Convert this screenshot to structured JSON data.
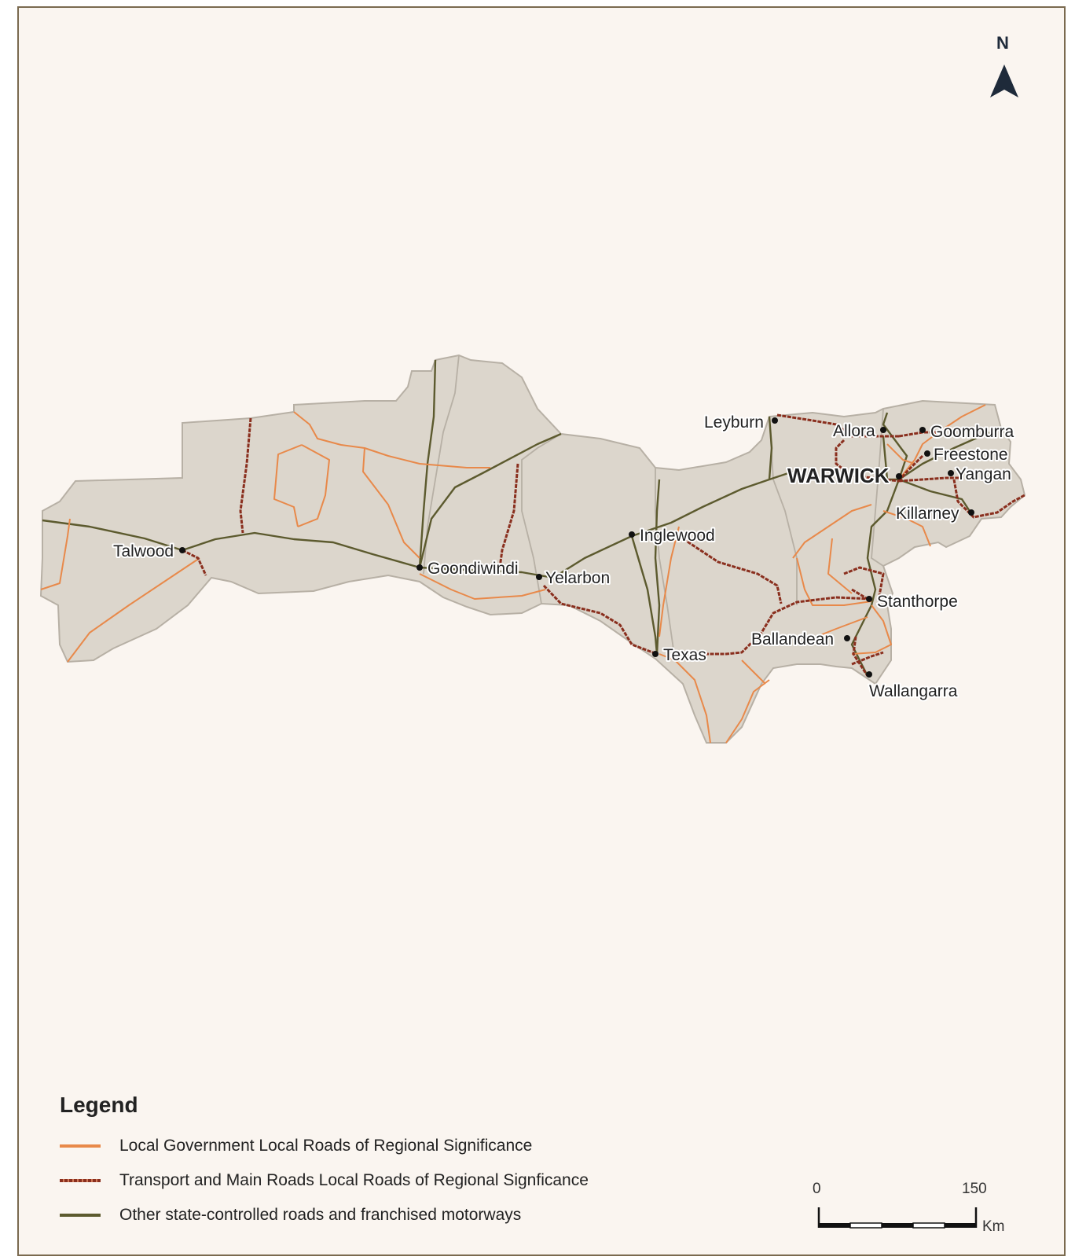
{
  "colors": {
    "background": "#faf5f0",
    "region_fill": "#dcd6cc",
    "region_border": "#b7b0a5",
    "local_government_road": "#e8894a",
    "tmr_road": "#8a2f1e",
    "state_road": "#5c5a2e",
    "town_dot": "#111111",
    "north_arrow": "#1e2a3a"
  },
  "north_arrow": {
    "letter": "N",
    "icon": "north-arrow-icon"
  },
  "towns": [
    {
      "id": "talwood",
      "name": "Talwood",
      "major": false
    },
    {
      "id": "goondiwindi",
      "name": "Goondiwindi",
      "major": false
    },
    {
      "id": "yelarbon",
      "name": "Yelarbon",
      "major": false
    },
    {
      "id": "inglewood",
      "name": "Inglewood",
      "major": false
    },
    {
      "id": "texas",
      "name": "Texas",
      "major": false
    },
    {
      "id": "leyburn",
      "name": "Leyburn",
      "major": false
    },
    {
      "id": "allora",
      "name": "Allora",
      "major": false
    },
    {
      "id": "goomburra",
      "name": "Goomburra",
      "major": false
    },
    {
      "id": "freestone",
      "name": "Freestone",
      "major": false
    },
    {
      "id": "yangan",
      "name": "Yangan",
      "major": false
    },
    {
      "id": "warwick",
      "name": "WARWICK",
      "major": true
    },
    {
      "id": "killarney",
      "name": "Killarney",
      "major": false
    },
    {
      "id": "stanthorpe",
      "name": "Stanthorpe",
      "major": false
    },
    {
      "id": "ballandean",
      "name": "Ballandean",
      "major": false
    },
    {
      "id": "wallangarra",
      "name": "Wallangarra",
      "major": false
    }
  ],
  "legend": {
    "title": "Legend",
    "items": [
      {
        "label": "Local Government Local Roads of Regional Significance",
        "style": "solid",
        "color": "#e8894a"
      },
      {
        "label": "Transport and Main Roads Local Roads of Regional Signficance",
        "style": "dashed",
        "color": "#8a2f1e"
      },
      {
        "label": "Other state-controlled roads and franchised motorways",
        "style": "solid",
        "color": "#5c5a2e"
      }
    ]
  },
  "scale_bar": {
    "start_label": "0",
    "end_label": "150",
    "unit": "Km"
  }
}
